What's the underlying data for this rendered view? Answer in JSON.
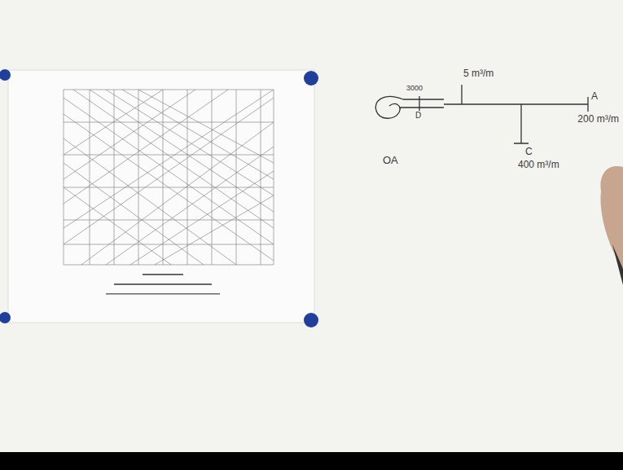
{
  "diagram": {
    "labels": [
      "3000",
      "D",
      "5 m³/m",
      "A",
      "200 m³/m",
      "C",
      "400 m³/m",
      "OA"
    ]
  }
}
